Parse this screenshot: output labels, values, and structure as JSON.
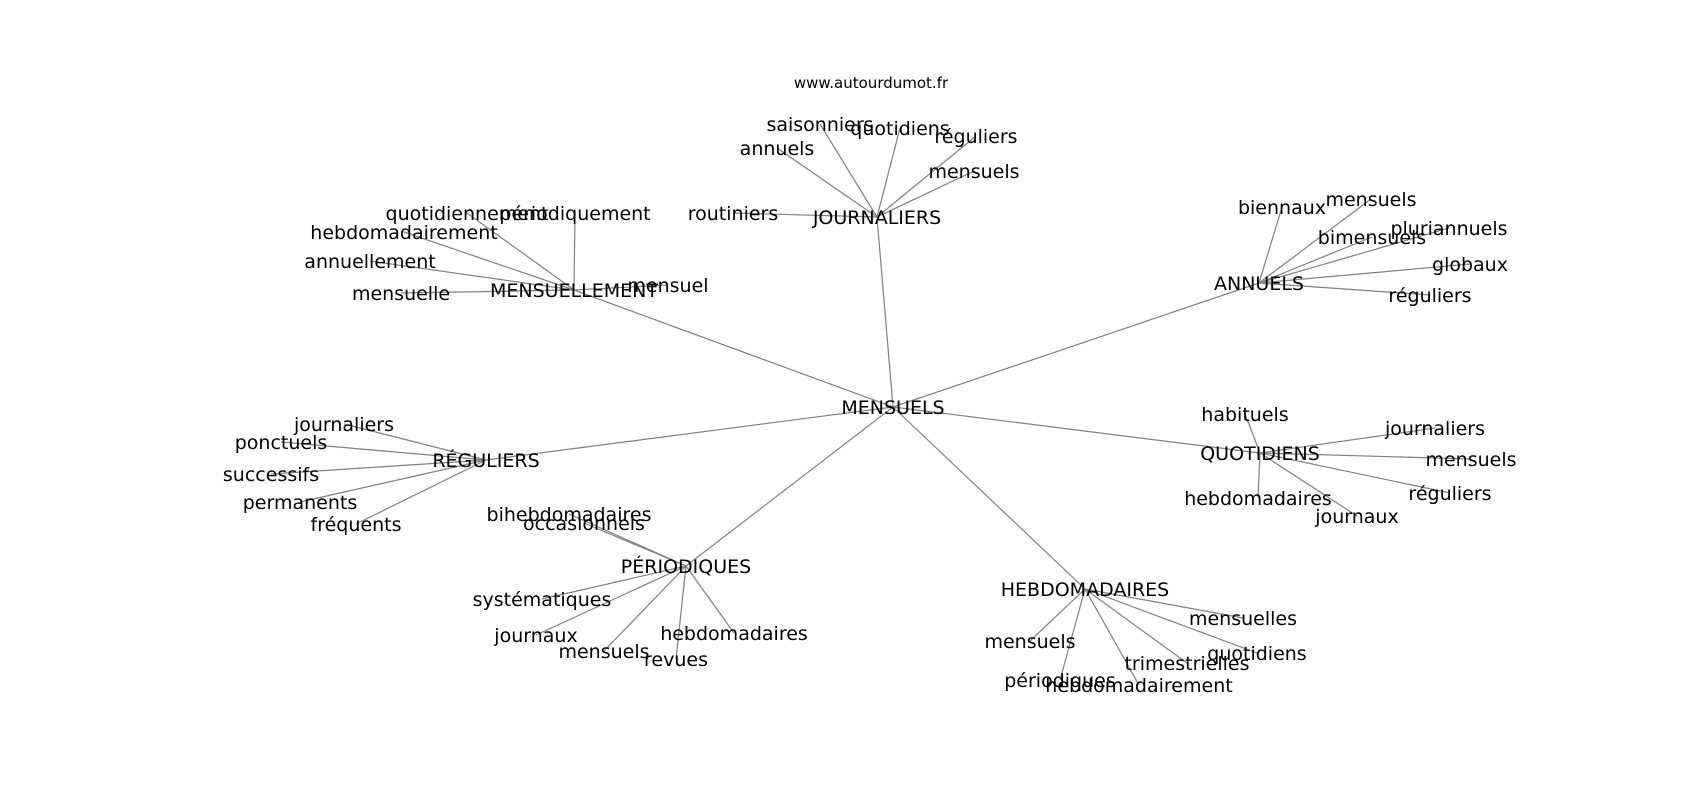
{
  "watermark": "www.autourdumot.fr",
  "edge_color": "#808080",
  "graph": {
    "center": {
      "label": "MENSUELS"
    },
    "hubs": [
      {
        "id": "journaliers",
        "label": "JOURNALIERS",
        "leaves": [
          "saisonniers",
          "quotidiens",
          "réguliers",
          "annuels",
          "mensuels",
          "routiniers"
        ]
      },
      {
        "id": "mensuellement",
        "label": "MENSUELLEMENT",
        "leaves": [
          "quotidiennement",
          "périodiquement",
          "hebdomadairement",
          "annuellement",
          "mensuelle",
          "mensuel"
        ]
      },
      {
        "id": "annuels",
        "label": "ANNUELS",
        "leaves": [
          "biennaux",
          "mensuels",
          "bimensuels",
          "pluriannuels",
          "globaux",
          "réguliers"
        ]
      },
      {
        "id": "reguliers",
        "label": "RÉGULIERS",
        "leaves": [
          "journaliers",
          "ponctuels",
          "successifs",
          "permanents",
          "fréquents"
        ]
      },
      {
        "id": "quotidiens",
        "label": "QUOTIDIENS",
        "leaves": [
          "habituels",
          "journaliers",
          "mensuels",
          "réguliers",
          "hebdomadaires",
          "journaux"
        ]
      },
      {
        "id": "periodiques",
        "label": "PÉRIODIQUES",
        "leaves": [
          "bihebdomadaires",
          "occasionnels",
          "systématiques",
          "journaux",
          "mensuels",
          "revues",
          "hebdomadaires"
        ]
      },
      {
        "id": "hebdomadaires",
        "label": "HEBDOMADAIRES",
        "leaves": [
          "mensuelles",
          "quotidiens",
          "mensuels",
          "trimestrielles",
          "périodiques",
          "hebdomadairement"
        ]
      }
    ]
  }
}
